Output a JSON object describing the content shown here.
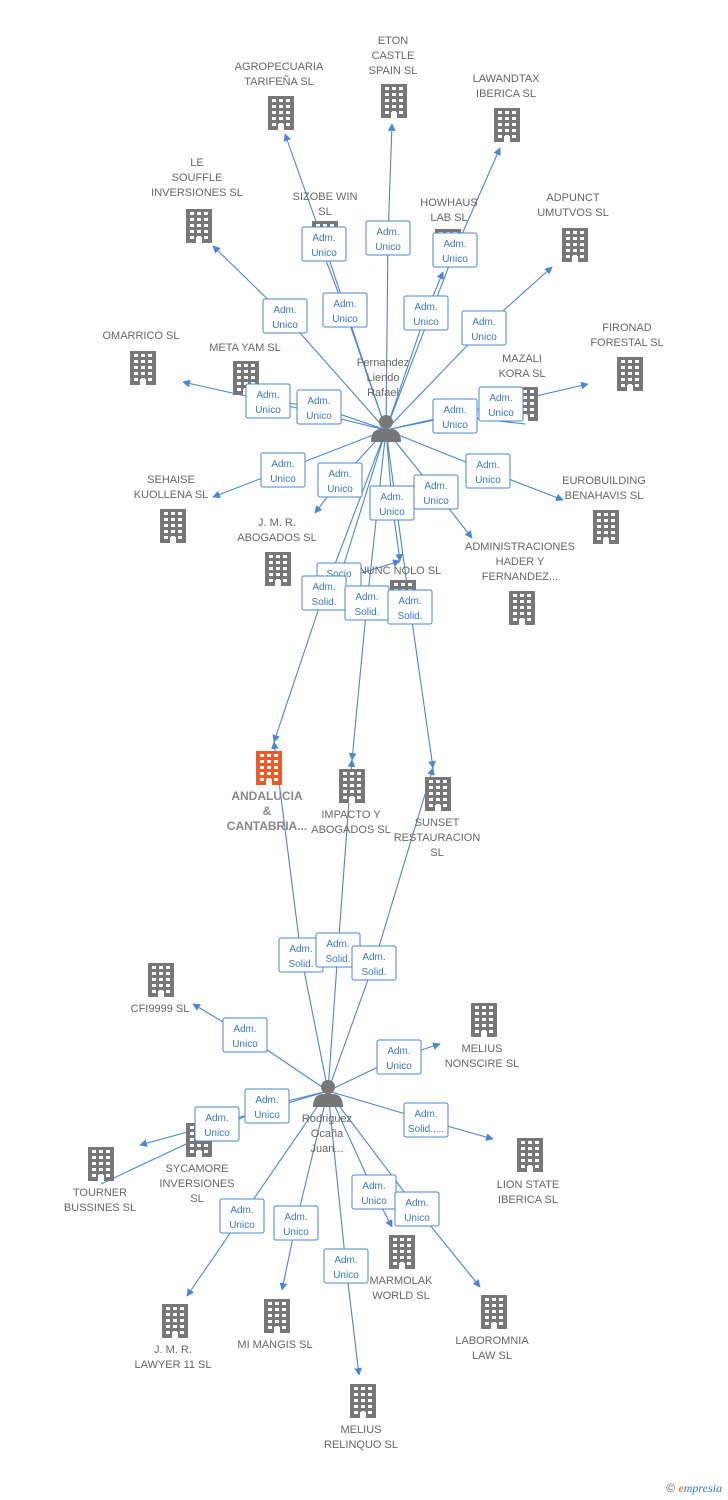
{
  "colors": {
    "building": "#777777",
    "focus": "#f05a28",
    "edge": "#4a86d6",
    "badge_text": "#3a78c9"
  },
  "people": [
    {
      "id": "p1",
      "lines": [
        "Fernandez",
        "Liendo",
        "Rafael"
      ]
    },
    {
      "id": "p2",
      "lines": [
        "Rodriguez",
        "Ocaña",
        "Juan..."
      ]
    }
  ],
  "companies": [
    {
      "id": "c_eton",
      "lines": [
        "ETON",
        "CASTLE",
        "SPAIN  SL"
      ]
    },
    {
      "id": "c_agro",
      "lines": [
        "AGROPECUARIA",
        "TARIFEÑA  SL"
      ]
    },
    {
      "id": "c_lawandtax",
      "lines": [
        "LAWANDTAX",
        "IBERICA  SL"
      ]
    },
    {
      "id": "c_lesouffle",
      "lines": [
        "LE",
        "SOUFFLE",
        "INVERSIONES SL"
      ]
    },
    {
      "id": "c_sizobe",
      "lines": [
        "SIZOBE WIN",
        "SL"
      ]
    },
    {
      "id": "c_howhaus",
      "lines": [
        "HOWHAUS",
        "LAB  SL"
      ]
    },
    {
      "id": "c_adpunct",
      "lines": [
        "ADPUNCT",
        "UMUTVOS  SL"
      ]
    },
    {
      "id": "c_omarrico",
      "lines": [
        "OMARRICO  SL"
      ]
    },
    {
      "id": "c_metayam",
      "lines": [
        "META YAM  SL"
      ]
    },
    {
      "id": "c_mazali",
      "lines": [
        "MAZALI",
        "KORA  SL"
      ]
    },
    {
      "id": "c_fironad",
      "lines": [
        "FIRONAD",
        "FORESTAL  SL"
      ]
    },
    {
      "id": "c_sehaise",
      "lines": [
        "SEHAISE",
        "KUOLLENA  SL"
      ]
    },
    {
      "id": "c_jmr",
      "lines": [
        "J.  M.  R.",
        "ABOGADOS SL"
      ]
    },
    {
      "id": "c_eurobuilding",
      "lines": [
        "EUROBUILDING",
        "BENAHAVIS  SL"
      ]
    },
    {
      "id": "c_administraciones",
      "lines": [
        "ADMINISTRACIONES",
        "HADER Y",
        "FERNANDEZ..."
      ]
    },
    {
      "id": "c_nunc",
      "lines": [
        "NUNC NOLO SL"
      ]
    },
    {
      "id": "c_andalucia",
      "lines": [
        "ANDALUCIA",
        "&",
        "CANTABRIA..."
      ],
      "focus": true
    },
    {
      "id": "c_impacto",
      "lines": [
        "IMPACTO Y",
        "ABOGADOS SL"
      ]
    },
    {
      "id": "c_sunset",
      "lines": [
        "SUNSET",
        "RESTAURACION",
        "SL"
      ]
    },
    {
      "id": "c_cfi",
      "lines": [
        "CFI9999  SL"
      ]
    },
    {
      "id": "c_nonscire",
      "lines": [
        "MELIUS",
        "NONSCIRE  SL"
      ]
    },
    {
      "id": "c_sycamore",
      "lines": [
        "SYCAMORE",
        "INVERSIONES",
        "SL"
      ]
    },
    {
      "id": "c_tourner",
      "lines": [
        "TOURNER",
        "BUSSINES  SL"
      ]
    },
    {
      "id": "c_lionstate",
      "lines": [
        "LION STATE",
        "IBERICA  SL"
      ]
    },
    {
      "id": "c_marmolak",
      "lines": [
        "MARMOLAK",
        "WORLD  SL"
      ]
    },
    {
      "id": "c_jmrlawyer",
      "lines": [
        "J.  M.  R.",
        "LAWYER 11 SL"
      ]
    },
    {
      "id": "c_mimangis",
      "lines": [
        "MI MANGIS SL"
      ]
    },
    {
      "id": "c_laboromnia",
      "lines": [
        "LABOROMNIA",
        "LAW  SL"
      ]
    },
    {
      "id": "c_relinquo",
      "lines": [
        "MELIUS",
        "RELINQUO  SL"
      ]
    }
  ],
  "relations": [
    {
      "from": "p1",
      "to": "c_eton",
      "role": [
        "Adm.",
        "Unico"
      ]
    },
    {
      "from": "p1",
      "to": "c_agro",
      "role": [
        "Adm.",
        "Unico"
      ]
    },
    {
      "from": "p1",
      "to": "c_lawandtax",
      "role": [
        "Adm.",
        "Unico"
      ]
    },
    {
      "from": "p1",
      "to": "c_lesouffle",
      "role": [
        "Adm.",
        "Unico"
      ]
    },
    {
      "from": "p1",
      "to": "c_sizobe",
      "role": [
        "Adm.",
        "Unico"
      ]
    },
    {
      "from": "p1",
      "to": "c_howhaus",
      "role": [
        "Adm.",
        "Unico"
      ]
    },
    {
      "from": "p1",
      "to": "c_adpunct",
      "role": [
        "Adm.",
        "Unico"
      ]
    },
    {
      "from": "p1",
      "to": "c_omarrico",
      "role": [
        "Adm.",
        "Unico"
      ]
    },
    {
      "from": "p1",
      "to": "c_metayam",
      "role": [
        "Adm.",
        "Unico"
      ]
    },
    {
      "from": "p1",
      "to": "c_mazali",
      "role": [
        "Adm.",
        "Unico"
      ]
    },
    {
      "from": "p1",
      "to": "c_fironad",
      "role": [
        "Adm.",
        "Unico"
      ]
    },
    {
      "from": "p1",
      "to": "c_sehaise",
      "role": [
        "Adm.",
        "Unico"
      ]
    },
    {
      "from": "p1",
      "to": "c_jmr",
      "role": [
        "Adm.",
        "Unico"
      ]
    },
    {
      "from": "p1",
      "to": "c_eurobuilding",
      "role": [
        "Adm.",
        "Unico"
      ]
    },
    {
      "from": "p1",
      "to": "c_administraciones",
      "role": [
        "Adm.",
        "Unico"
      ]
    },
    {
      "from": "p1",
      "to": "c_nunc",
      "role": [
        "Adm.",
        "Unico"
      ]
    },
    {
      "from": "p1",
      "to": "c_nunc",
      "role": [
        "Socio",
        "Único"
      ]
    },
    {
      "from": "p1",
      "to": "c_andalucia",
      "role": [
        "Adm.",
        "Solid."
      ]
    },
    {
      "from": "p1",
      "to": "c_impacto",
      "role": [
        "Adm.",
        "Solid."
      ]
    },
    {
      "from": "p1",
      "to": "c_sunset",
      "role": [
        "Adm.",
        "Solid."
      ]
    },
    {
      "from": "p2",
      "to": "c_andalucia",
      "role": [
        "Adm.",
        "Solid."
      ]
    },
    {
      "from": "p2",
      "to": "c_impacto",
      "role": [
        "Adm.",
        "Solid."
      ]
    },
    {
      "from": "p2",
      "to": "c_sunset",
      "role": [
        "Adm.",
        "Solid."
      ]
    },
    {
      "from": "p2",
      "to": "c_cfi",
      "role": [
        "Adm.",
        "Unico"
      ]
    },
    {
      "from": "p2",
      "to": "c_nonscire",
      "role": [
        "Adm.",
        "Unico"
      ]
    },
    {
      "from": "p2",
      "to": "c_sycamore",
      "role": [
        "Adm.",
        "Unico"
      ]
    },
    {
      "from": "p2",
      "to": "c_tourner",
      "role": [
        "Adm.",
        "Unico"
      ]
    },
    {
      "from": "p2",
      "to": "c_lionstate",
      "role": [
        "Adm.",
        "Solid.,..."
      ]
    },
    {
      "from": "p2",
      "to": "c_marmolak",
      "role": [
        "Adm.",
        "Unico"
      ]
    },
    {
      "from": "p2",
      "to": "c_jmrlawyer",
      "role": [
        "Adm.",
        "Unico"
      ]
    },
    {
      "from": "p2",
      "to": "c_mimangis",
      "role": [
        "Adm.",
        "Unico"
      ]
    },
    {
      "from": "p2",
      "to": "c_laboromnia",
      "role": [
        "Adm.",
        "Unico"
      ]
    },
    {
      "from": "p2",
      "to": "c_relinquo",
      "role": [
        "Adm.",
        "Unico"
      ]
    }
  ],
  "footer": {
    "copyright": "©",
    "brand_initial": "e",
    "brand_rest": "mpresia"
  }
}
